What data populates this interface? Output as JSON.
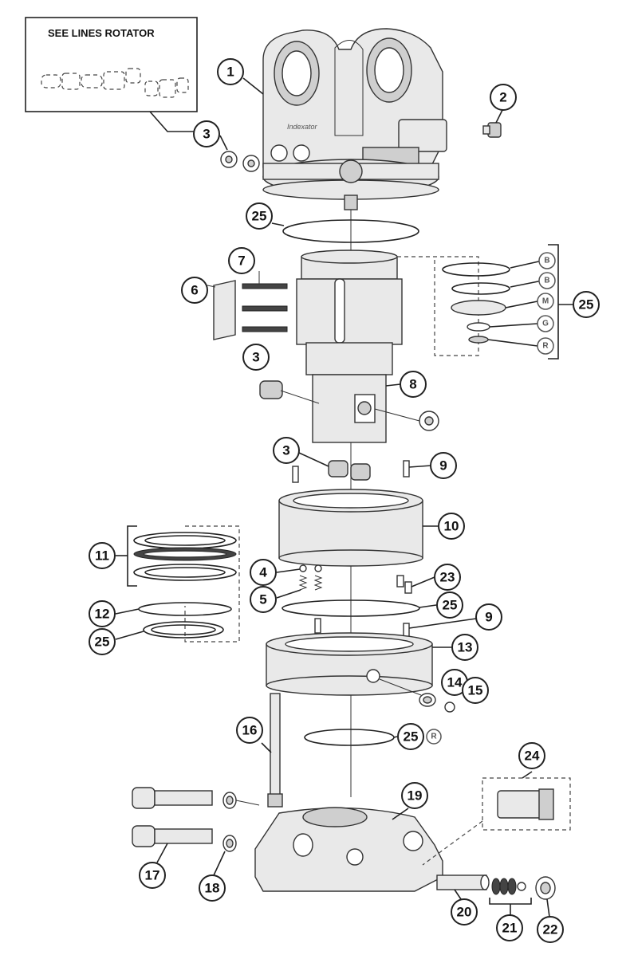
{
  "inset": {
    "title": "SEE LINES ROTATOR"
  },
  "callouts": [
    {
      "id": "c1",
      "label": "1"
    },
    {
      "id": "c2",
      "label": "2"
    },
    {
      "id": "c3a",
      "label": "3"
    },
    {
      "id": "c25a",
      "label": "25"
    },
    {
      "id": "c7",
      "label": "7"
    },
    {
      "id": "c6",
      "label": "6"
    },
    {
      "id": "c25b",
      "label": "25"
    },
    {
      "id": "c3b",
      "label": "3"
    },
    {
      "id": "c8",
      "label": "8"
    },
    {
      "id": "c3c",
      "label": "3"
    },
    {
      "id": "c9a",
      "label": "9"
    },
    {
      "id": "c10",
      "label": "10"
    },
    {
      "id": "c11",
      "label": "11"
    },
    {
      "id": "c4",
      "label": "4"
    },
    {
      "id": "c23",
      "label": "23"
    },
    {
      "id": "c5",
      "label": "5"
    },
    {
      "id": "c25c",
      "label": "25"
    },
    {
      "id": "c12",
      "label": "12"
    },
    {
      "id": "c9b",
      "label": "9"
    },
    {
      "id": "c25d",
      "label": "25"
    },
    {
      "id": "c13",
      "label": "13"
    },
    {
      "id": "c14",
      "label": "14"
    },
    {
      "id": "c15",
      "label": "15"
    },
    {
      "id": "c16",
      "label": "16"
    },
    {
      "id": "c25e",
      "label": "25"
    },
    {
      "id": "c24",
      "label": "24"
    },
    {
      "id": "c19",
      "label": "19"
    },
    {
      "id": "c17",
      "label": "17"
    },
    {
      "id": "c18",
      "label": "18"
    },
    {
      "id": "c20",
      "label": "20"
    },
    {
      "id": "c21",
      "label": "21"
    },
    {
      "id": "c22",
      "label": "22"
    }
  ],
  "seal_codes": [
    {
      "id": "s1",
      "label": "B"
    },
    {
      "id": "s2",
      "label": "B"
    },
    {
      "id": "s3",
      "label": "M"
    },
    {
      "id": "s4",
      "label": "G"
    },
    {
      "id": "s5",
      "label": "R"
    },
    {
      "id": "s6",
      "label": "R"
    }
  ],
  "brand_mark": "Indexator"
}
